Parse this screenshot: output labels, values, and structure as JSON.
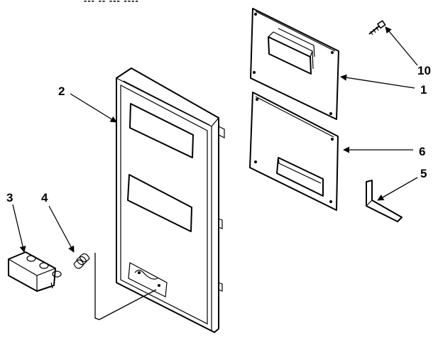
{
  "header": {
    "caption": "--- -- --- ----"
  },
  "callouts": [
    {
      "id": "door",
      "number": "2"
    },
    {
      "id": "latch",
      "number": "3"
    },
    {
      "id": "spring",
      "number": "4"
    },
    {
      "id": "control-panel",
      "number": "1"
    },
    {
      "id": "screw",
      "number": "10"
    },
    {
      "id": "frame",
      "number": "6"
    },
    {
      "id": "bracket",
      "number": "5"
    }
  ]
}
